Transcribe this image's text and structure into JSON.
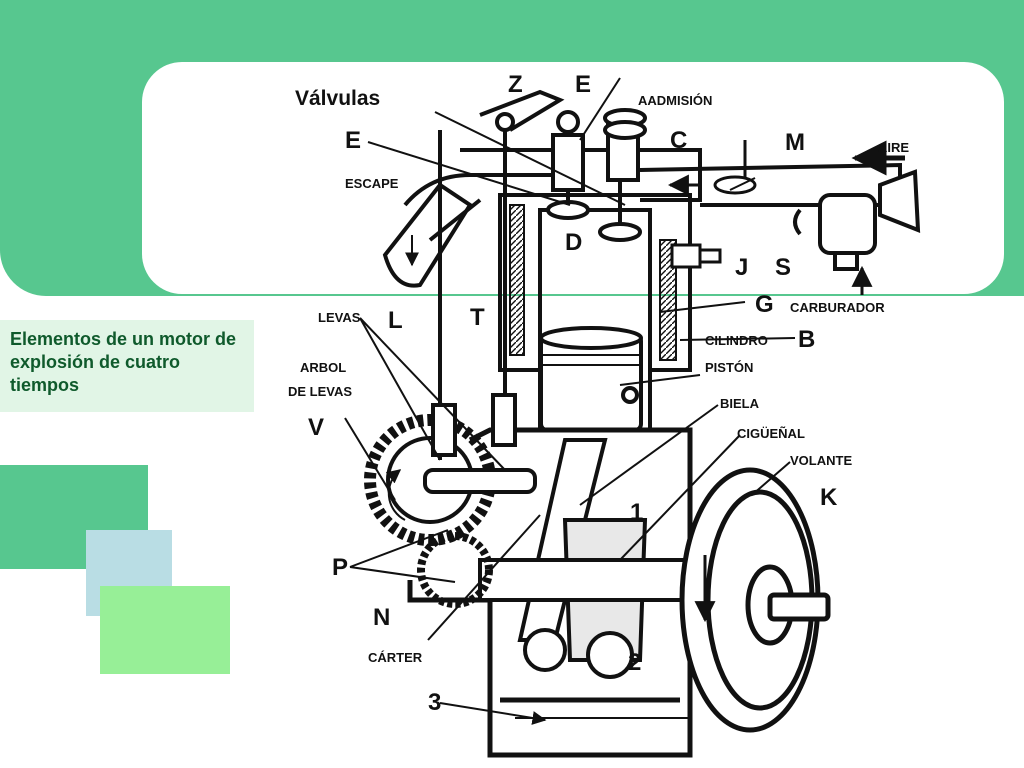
{
  "caption": "Elementos de un motor de explosión de cuatro tiempos",
  "labels": {
    "valvulas": "Válvulas",
    "z": "Z",
    "e": "E",
    "e2": "E",
    "a_admision": "AADMISIÓN",
    "c": "C",
    "m": "M",
    "aire": "AIRE",
    "escape": "ESCAPE",
    "d": "D",
    "j": "J",
    "s": "S",
    "g": "G",
    "carburador": "CARBURADOR",
    "levas": "LEVAS",
    "l": "L",
    "t": "T",
    "cilindro": "CILINDRO",
    "b": "B",
    "arbol_de_levas_1": "ARBOL",
    "arbol_de_levas_2": "DE LEVAS",
    "piston": "PISTÓN",
    "biela": "BIELA",
    "v": "V",
    "ciguenal": "CIGÜEÑAL",
    "volante": "VOLANTE",
    "k": "K",
    "one": "1",
    "p": "P",
    "n": "N",
    "carter": "CÁRTER",
    "two": "2",
    "three": "3"
  },
  "colors": {
    "frame": "#57c78f",
    "caption_bg": "#e1f5e6",
    "caption_text": "#0f5a2c",
    "deco_blue": "#b9dde4",
    "deco_light": "#97ef97"
  }
}
